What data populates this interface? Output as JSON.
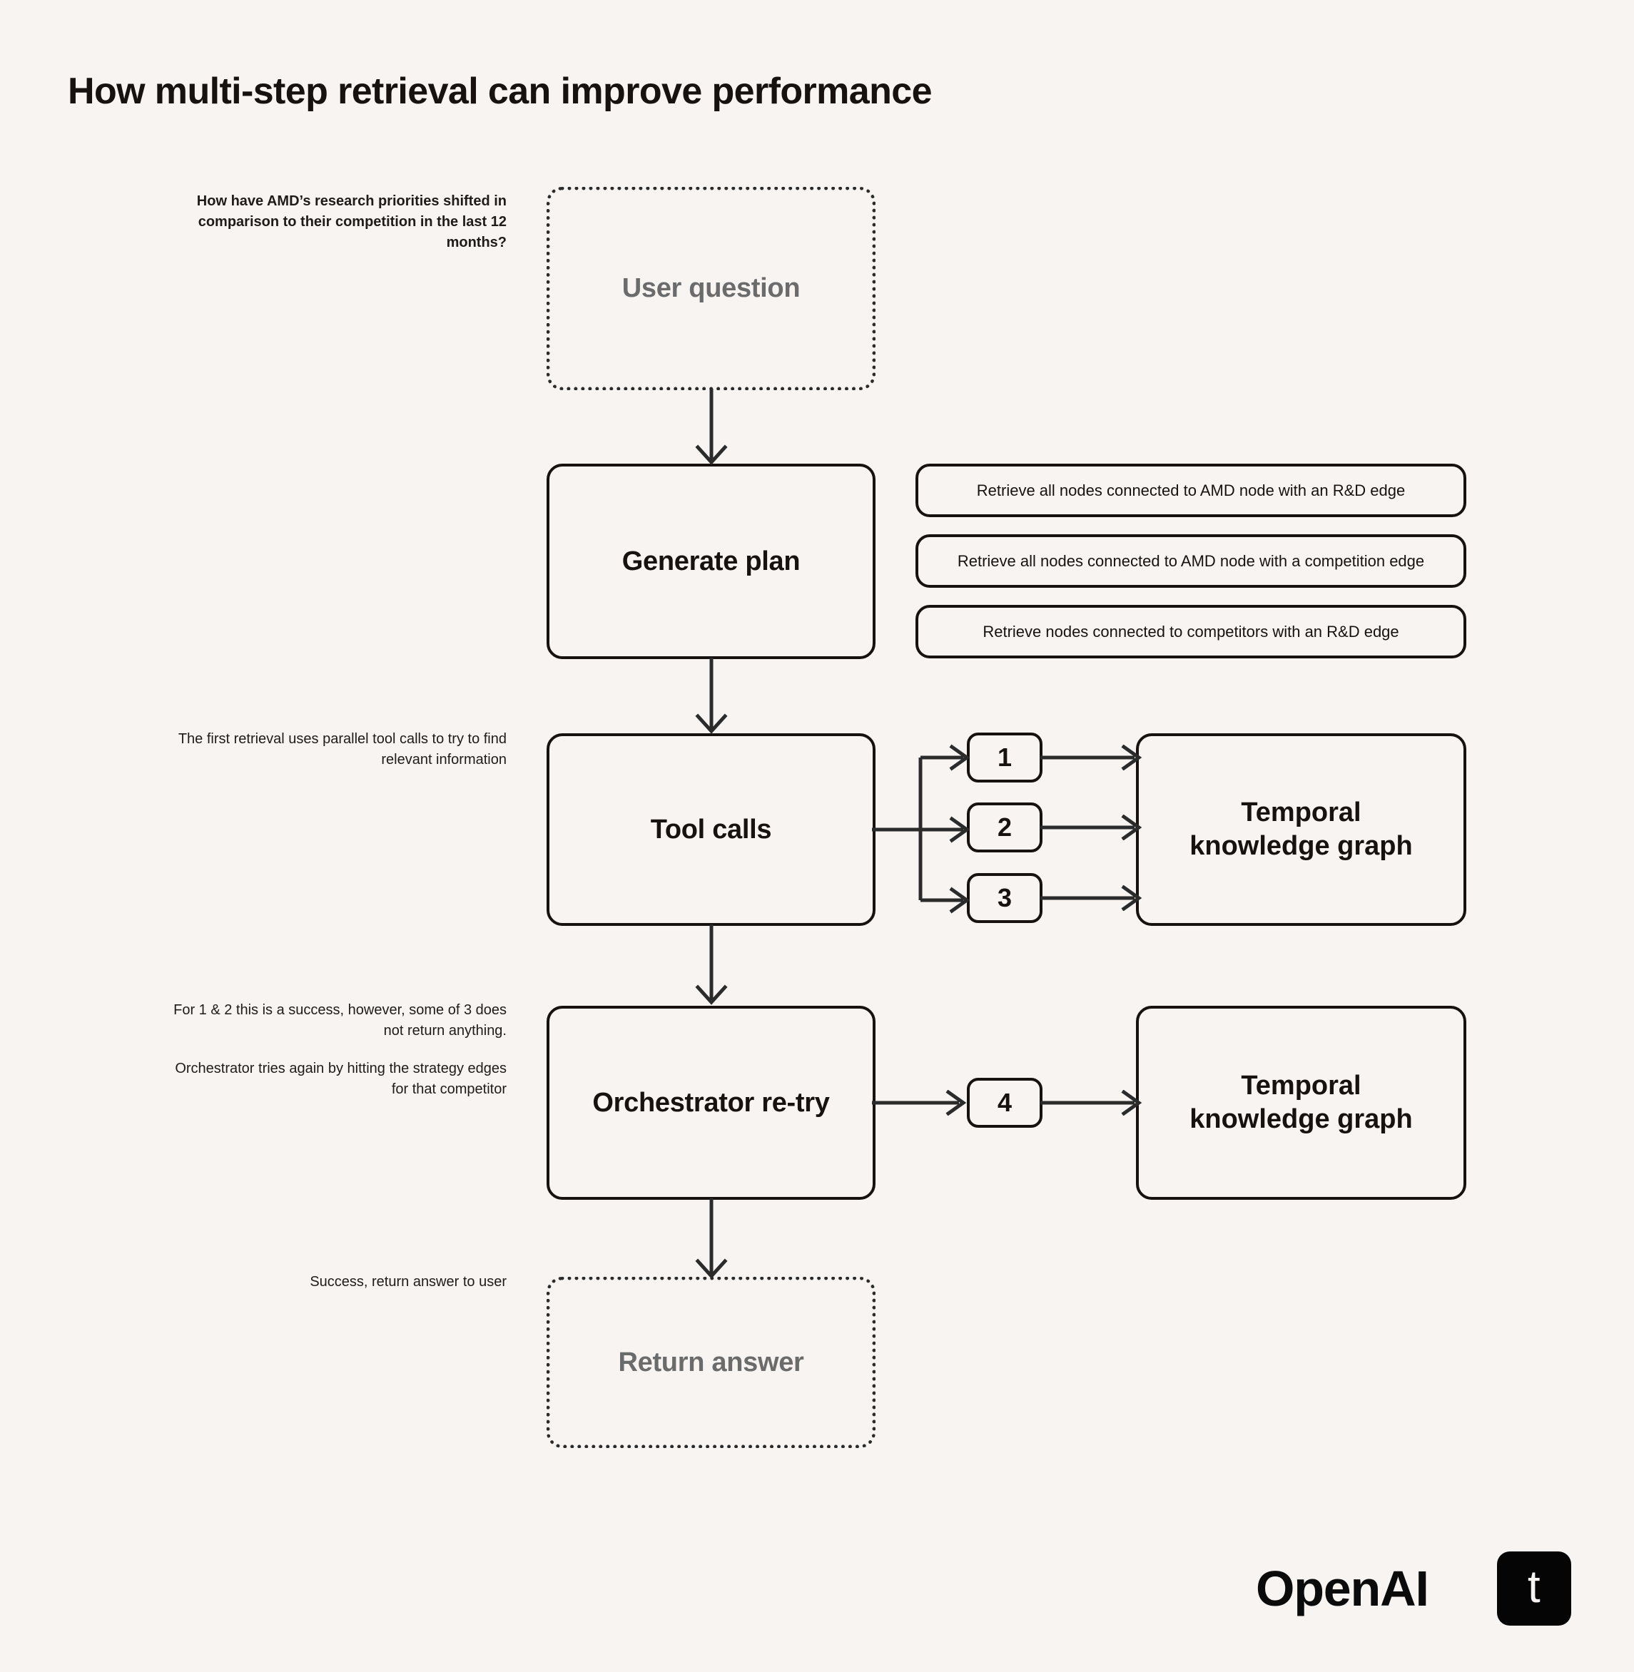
{
  "title": "How multi-step retrieval can improve performance",
  "colors": {
    "background": "#f7f4f2",
    "ink": "#17120f",
    "stroke": "#2b2b2b",
    "muted_text": "#6b6b6b"
  },
  "annotations": {
    "user_question": "How have AMD’s research priorities shifted in comparison to their competition in the last 12 months?",
    "tool_calls": "The first retrieval uses parallel tool calls to try to find relevant information",
    "retry_failure": "For 1 & 2 this is a success, however, some of 3 does not return anything.",
    "retry_action": "Orchestrator tries again by hitting the strategy edges for that competitor",
    "return_answer": "Success, return answer to user"
  },
  "nodes": {
    "user_question": "User question",
    "generate_plan": "Generate plan",
    "tool_calls": "Tool calls",
    "orchestrator_retry": "Orchestrator re-try",
    "return_answer": "Return answer",
    "knowledge_graph_top": "Temporal knowledge graph",
    "knowledge_graph_bottom": "Temporal knowledge graph"
  },
  "plan_steps": [
    "Retrieve all nodes connected to AMD node with an R&D edge",
    "Retrieve all nodes connected to AMD node with a competition edge",
    "Retrieve nodes connected to competitors with an R&D edge"
  ],
  "tool_call_badges": [
    "1",
    "2",
    "3"
  ],
  "retry_badge": "4",
  "footer": {
    "openai": "OpenAI",
    "mark_letter": "t"
  }
}
